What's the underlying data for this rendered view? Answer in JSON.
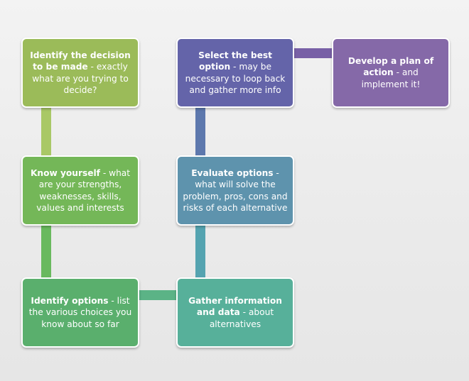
{
  "diagram": {
    "steps": [
      {
        "id": "identify-decision",
        "title": "Identify the decision to be made",
        "text": " - exactly what are you trying to decide?",
        "color": "#9bbb59"
      },
      {
        "id": "know-yourself",
        "title": "Know yourself",
        "text": " - what are your strengths, weaknesses, skills, values and interests",
        "color": "#74b758"
      },
      {
        "id": "identify-options",
        "title": "Identify options",
        "text": " - list the various choices you know about so far",
        "color": "#5aaf6d"
      },
      {
        "id": "gather-information",
        "title": "Gather information and data",
        "text": " - about alternatives",
        "color": "#57b09a"
      },
      {
        "id": "evaluate-options",
        "title": "Evaluate options",
        "text": " - what will solve the problem, pros, cons and risks of each alternative",
        "color": "#5e93ad"
      },
      {
        "id": "select-best-option",
        "title": "Select the best option",
        "text": " - may be necessary to loop back and gather more info",
        "color": "#6464a9"
      },
      {
        "id": "develop-plan",
        "title": "Develop a plan of action",
        "text": " - and implement it!",
        "color": "#8569a8"
      }
    ]
  }
}
